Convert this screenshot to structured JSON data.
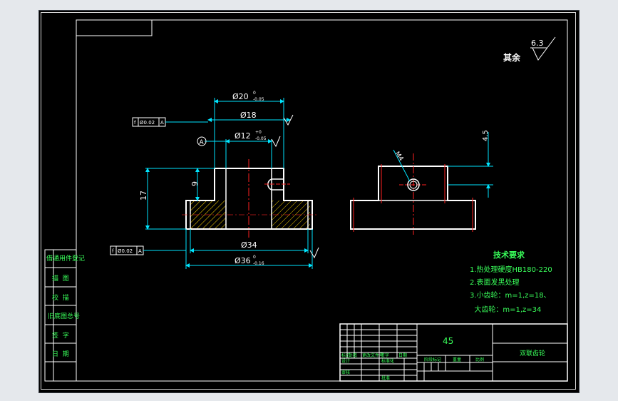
{
  "colors": {
    "background": "#000000",
    "frame": "#ffffff",
    "outline": "#ffffff",
    "dimension": "#00e5ff",
    "text": "#2dff57",
    "centerline": "#ff2020",
    "hatch": "#ffd400"
  },
  "surface_finish": {
    "value": "6.3",
    "label": "其余"
  },
  "dimensions": {
    "d20": "Ø20",
    "d20_tol": "0",
    "d20_tol2": "-0.05",
    "d18": "Ø18",
    "d12": "Ø12",
    "d12_tol": "+0",
    "d12_tol2": "-0.05",
    "d34": "Ø34",
    "d36": "Ø36",
    "d36_tol": "0",
    "d36_tol2": "-0.16",
    "h17": "17",
    "h9": "9",
    "h45": "4.5",
    "m4": "M4"
  },
  "tolerance_frames": {
    "top": {
      "symbol": "f",
      "value": "Ø0.02",
      "datum": "A"
    },
    "bottom": {
      "symbol": "f",
      "value": "Ø0.02",
      "datum": "A"
    },
    "datum_label": "A"
  },
  "tech_requirements": {
    "title": "技术要求",
    "lines": [
      "1.热处理硬度HB180-220",
      "2.表面发黑处理",
      "3.小齿轮：m=1,z=18、",
      "  大齿轮：m=1,z=34"
    ]
  },
  "side_table": [
    "借通用件登记",
    "描  图",
    "校  描",
    "旧底图总号",
    "签  字",
    "日  期"
  ],
  "title_block": {
    "material": "45",
    "part_name": "双联齿轮",
    "row_labels": [
      "标记",
      "处数",
      "更改文件号",
      "签字",
      "日期"
    ],
    "stage_labels": [
      "阶段标记",
      "重量",
      "比例"
    ],
    "person_labels": [
      "设计",
      "审核",
      "标准化",
      "批准"
    ]
  }
}
